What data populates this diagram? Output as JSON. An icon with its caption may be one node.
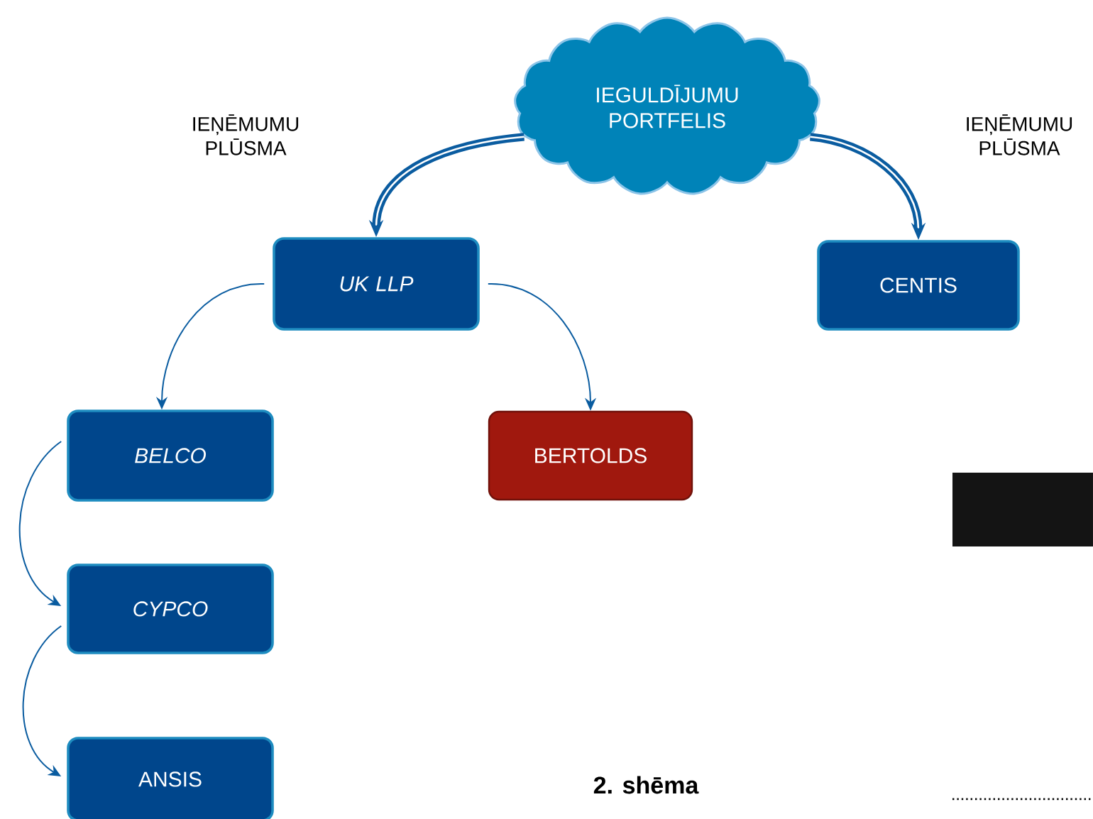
{
  "diagram": {
    "caption": "2. shēma",
    "nodes": [
      {
        "text": [
          "IEGULDĪJUMU PORTFELIS"
        ]
      },
      {
        "text": [
          "UK LLP"
        ]
      },
      {
        "text": [
          "CENTIS"
        ]
      },
      {
        "text": [
          "BELCO"
        ]
      },
      {
        "text": [
          "BERTOLDS"
        ]
      },
      {
        "text": [
          "CYPCO"
        ]
      },
      {
        "text": [
          "ANSIS"
        ]
      },
      {
        "text": [],
        "shape": "box"
      }
    ],
    "edges": [
      {
        "from": 0,
        "to": 1,
        "arrow": "to",
        "style": "thick"
      },
      {
        "from": 0,
        "to": 2,
        "arrow": "to",
        "style": "thick"
      },
      {
        "from": 1,
        "to": 3,
        "arrow": "to"
      },
      {
        "from": 1,
        "to": 4,
        "arrow": "to"
      },
      {
        "from": 3,
        "to": 5,
        "arrow": "to"
      },
      {
        "from": 5,
        "to": 6,
        "arrow": "to"
      }
    ],
    "labels": [
      "IEŅĒMUMU PLŪSMA",
      "IEŅĒMUMU PLŪSMA"
    ]
  }
}
